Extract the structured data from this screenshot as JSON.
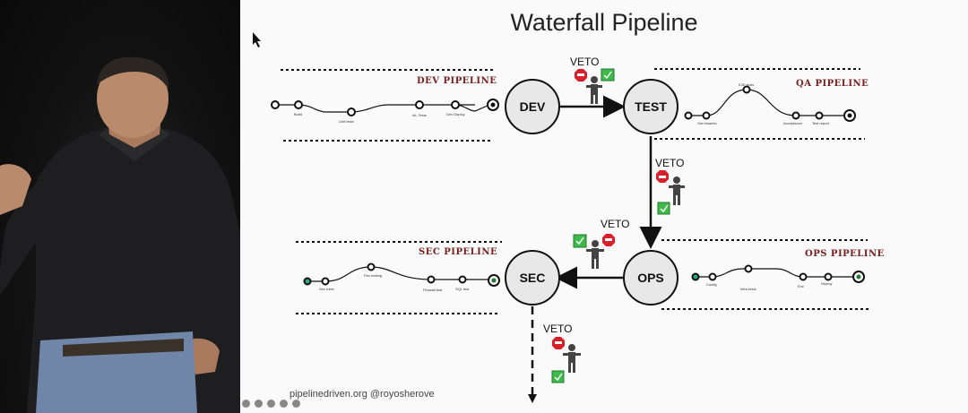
{
  "slide": {
    "title": "Waterfall Pipeline",
    "footer": "pipelinedriven.org  @royosherove",
    "stages": {
      "dev": "DEV",
      "test": "TEST",
      "ops": "OPS",
      "sec": "SEC"
    },
    "pipelines": {
      "dev": "DEV PIPELINE",
      "qa": "QA PIPELINE",
      "ops": "OPS PIPELINE",
      "sec": "SEC PIPELINE"
    },
    "veto_label": "VETO",
    "dev_steps": [
      "Build",
      "Unit tests",
      "Int. Tests",
      "Dev Deploy"
    ],
    "qa_steps": [
      "Get binaries",
      "E2E tests",
      "Acceptance",
      "Test report"
    ],
    "ops_steps": [
      "Config",
      "Infra tests",
      "Env",
      "Deploy"
    ],
    "sec_steps": [
      "Sec rules",
      "Pen testing",
      "Firewall test",
      "SQL test"
    ]
  },
  "colors": {
    "stop": "#d8202a",
    "ok": "#3fb94a",
    "title_pipeline": "#7a1e1e",
    "ops_start": "#2aa88a"
  },
  "icons": [
    "cursor-icon",
    "stop-icon",
    "check-icon",
    "person-icon"
  ]
}
